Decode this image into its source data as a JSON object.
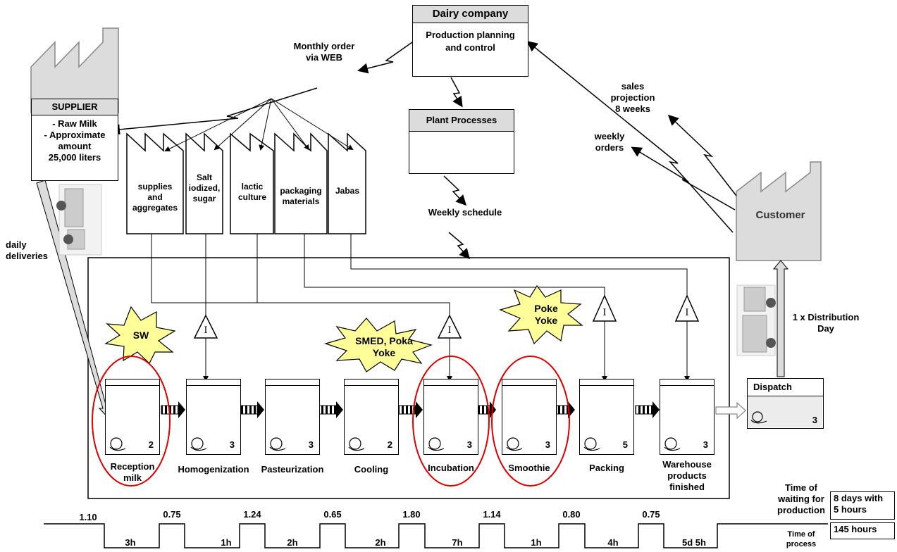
{
  "dairy": {
    "title": "Dairy company",
    "subtitle": "Production planning and control"
  },
  "monthly_order": "Monthly order via WEB",
  "supplier": {
    "title": "SUPPLIER",
    "text": "- Raw Milk\n - Approximate amount\n25,000 liters"
  },
  "plant_processes": "Plant Processes",
  "weekly_schedule": "Weekly schedule",
  "sales_projection": "sales projection\n8 weeks",
  "weekly_orders": "weekly\norders",
  "customer": "Customer",
  "daily_deliveries": "daily\ndeliveries",
  "distribution": "1 x Distribution\nDay",
  "suppliers_small": [
    {
      "label": "supplies\nand\naggregates"
    },
    {
      "label": "Salt\niodized,\nsugar"
    },
    {
      "label": "lactic\nculture"
    },
    {
      "label": "packaging\nmaterials"
    },
    {
      "label": "Jabas"
    }
  ],
  "inventory_symbol": "I",
  "kaizen": [
    {
      "label": "SW"
    },
    {
      "label": "SMED, Poka\nYoke"
    },
    {
      "label": "Poke\nYoke"
    }
  ],
  "processes": [
    {
      "name": "Reception\nmilk",
      "count": "2"
    },
    {
      "name": "Homogenization",
      "count": "3"
    },
    {
      "name": "Pasteurization",
      "count": "3"
    },
    {
      "name": "Cooling",
      "count": "2"
    },
    {
      "name": "Incubation",
      "count": "3"
    },
    {
      "name": "Smoothie",
      "count": "3"
    },
    {
      "name": "Packing",
      "count": "5"
    },
    {
      "name": "Warehouse\nproducts\nfinished",
      "count": "3"
    }
  ],
  "dispatch": {
    "title": "Dispatch",
    "count": "3"
  },
  "timeline": {
    "waits": [
      "1.10",
      "0.75",
      "1.24",
      "0.65",
      "1.80",
      "1.14",
      "0.80",
      "0.75"
    ],
    "process_times": [
      "3h",
      "1h",
      "2h",
      "2h",
      "7h",
      "1h",
      "4h",
      "5d 5h"
    ],
    "waiting_label": "Time of\nwaiting for\nproduction",
    "waiting_value": "8 days with\n5 hours",
    "process_label": "Time of\nprocess",
    "process_value": "145  hours"
  },
  "colors": {
    "kaizen_fill": "#ffff99",
    "highlight": "#e00000",
    "factory_fill": "#dcdcdc"
  }
}
